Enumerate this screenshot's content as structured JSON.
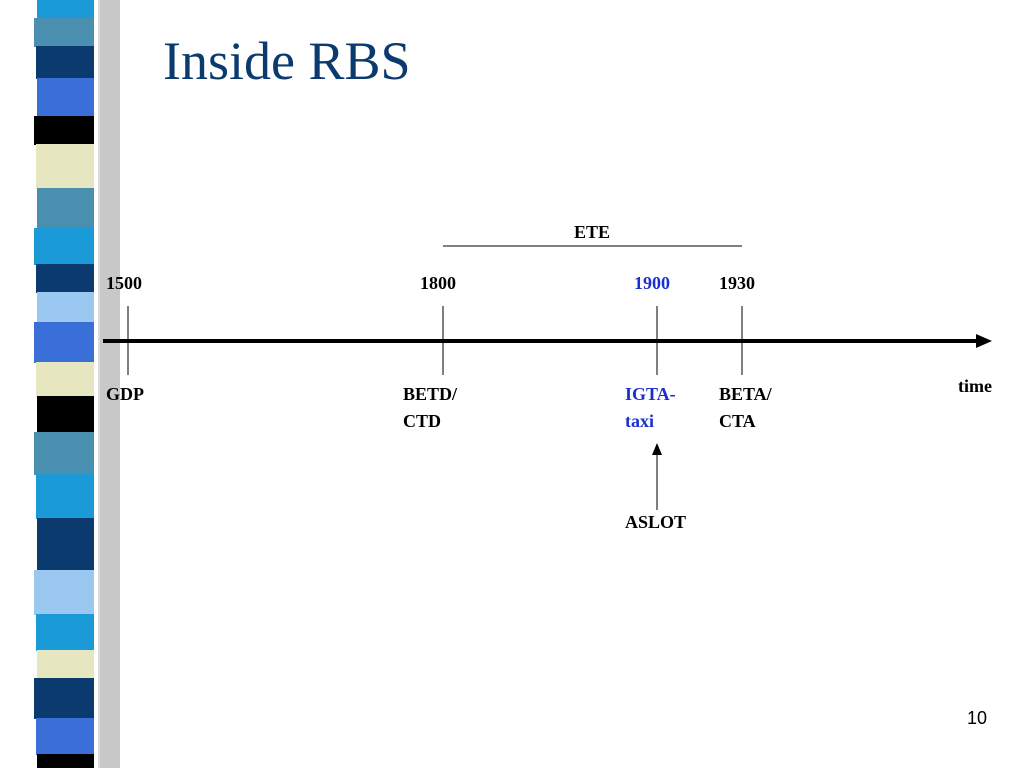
{
  "slide": {
    "title": "Inside RBS",
    "page_number": "10"
  },
  "timeline": {
    "span_label": "ETE",
    "axis_label": "time",
    "years": [
      {
        "value": "1500",
        "color": "#000000"
      },
      {
        "value": "1800",
        "color": "#000000"
      },
      {
        "value": "1900",
        "color": "#1a2fd0"
      },
      {
        "value": "1930",
        "color": "#000000"
      }
    ],
    "events": [
      {
        "line1": "GDP",
        "line2": "",
        "color": "#000000"
      },
      {
        "line1": "BETD/",
        "line2": "CTD",
        "color": "#000000"
      },
      {
        "line1": "IGTA-",
        "line2": "taxi",
        "color": "#1a2fd0"
      },
      {
        "line1": "BETA/",
        "line2": "CTA",
        "color": "#000000"
      }
    ],
    "annotation": "ASLOT"
  },
  "colors": {
    "title": "#0a3a6e",
    "highlight": "#1a2fd0",
    "stripe": [
      "#1a9ad6",
      "#4a8fb0",
      "#0a3a6e",
      "#3a6fd8",
      "#000000",
      "#e6e6c0",
      "#4a8fb0",
      "#1a9ad6",
      "#0a3a6e",
      "#9ac8f0"
    ]
  }
}
